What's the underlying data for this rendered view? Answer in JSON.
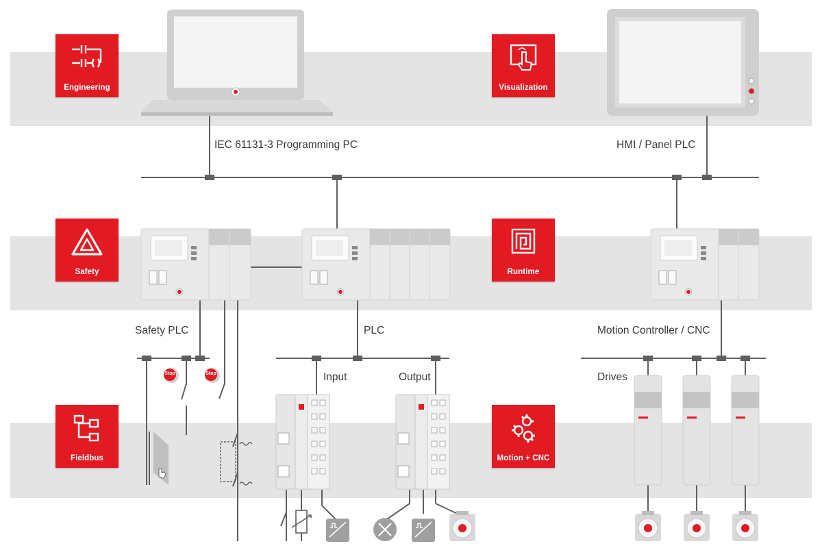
{
  "colors": {
    "accent": "#e21a22",
    "band": "#e4e4e4",
    "line": "#5f5f5f",
    "device": "#dcdcdc"
  },
  "tiles": {
    "engineering": "Engineering",
    "visualization": "Visualization",
    "safety": "Safety",
    "runtime": "Runtime",
    "fieldbus": "Fieldbus",
    "motion": "Motion + CNC"
  },
  "tile_icons": {
    "engineering": "ladder-logic-icon",
    "visualization": "touch-screen-icon",
    "safety": "warning-triangle-icon",
    "runtime": "nested-squares-icon",
    "fieldbus": "network-blocks-icon",
    "motion": "gears-icon"
  },
  "labels": {
    "programming_pc": "IEC 61131-3 Programming PC",
    "hmi": "HMI / Panel PLC",
    "safety_plc": "Safety PLC",
    "plc": "PLC",
    "motion_controller": "Motion Controller / CNC",
    "input": "Input",
    "output": "Output",
    "drives": "Drives"
  },
  "stop_button": "Stop"
}
